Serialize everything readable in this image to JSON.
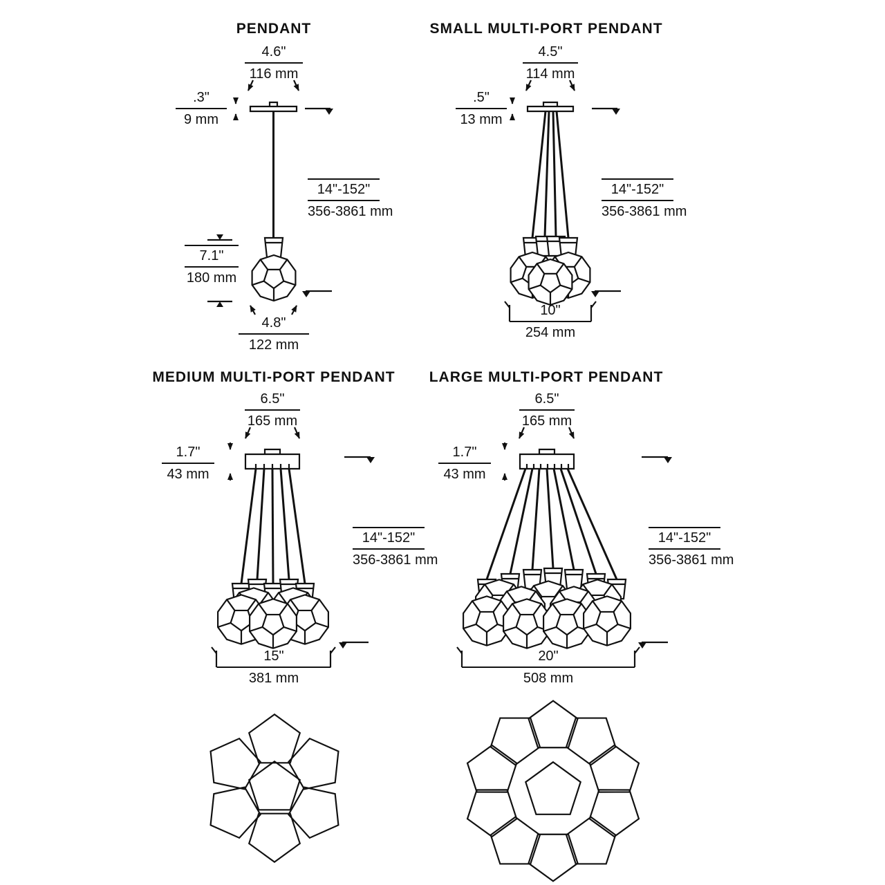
{
  "colors": {
    "ink": "#111111",
    "background": "#ffffff"
  },
  "panels": {
    "pendant": {
      "title": "PENDANT",
      "top_width": {
        "in": "4.6\"",
        "mm": "116 mm"
      },
      "canopy_height": {
        "in": ".3\"",
        "mm": "9 mm"
      },
      "drop_length": {
        "in": "14\"-152\"",
        "mm": "356-3861 mm"
      },
      "shade_height": {
        "in": "7.1\"",
        "mm": "180 mm"
      },
      "shade_width": {
        "in": "4.8\"",
        "mm": "122 mm"
      }
    },
    "small": {
      "title": "SMALL MULTI-PORT PENDANT",
      "top_width": {
        "in": "4.5\"",
        "mm": "114 mm"
      },
      "canopy_height": {
        "in": ".5\"",
        "mm": "13 mm"
      },
      "drop_length": {
        "in": "14\"-152\"",
        "mm": "356-3861 mm"
      },
      "bottom_width": {
        "in": "10\"",
        "mm": "254 mm"
      }
    },
    "medium": {
      "title": "MEDIUM MULTI-PORT PENDANT",
      "top_width": {
        "in": "6.5\"",
        "mm": "165 mm"
      },
      "canopy_height": {
        "in": "1.7\"",
        "mm": "43 mm"
      },
      "drop_length": {
        "in": "14\"-152\"",
        "mm": "356-3861 mm"
      },
      "bottom_width": {
        "in": "15\"",
        "mm": "381 mm"
      }
    },
    "large": {
      "title": "LARGE MULTI-PORT PENDANT",
      "top_width": {
        "in": "6.5\"",
        "mm": "165 mm"
      },
      "canopy_height": {
        "in": "1.7\"",
        "mm": "43 mm"
      },
      "drop_length": {
        "in": "14\"-152\"",
        "mm": "356-3861 mm"
      },
      "bottom_width": {
        "in": "20\"",
        "mm": "508 mm"
      }
    }
  }
}
